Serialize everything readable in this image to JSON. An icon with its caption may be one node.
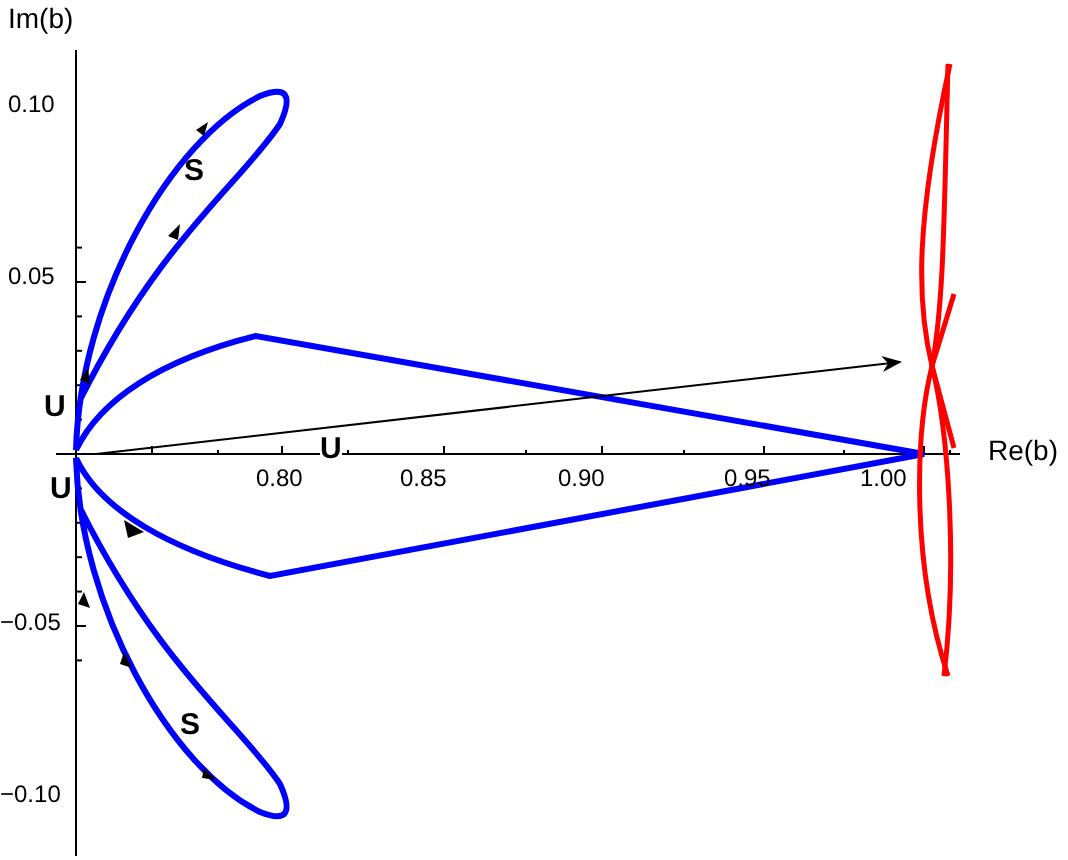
{
  "diagram": {
    "labels": [
      "Im(b)",
      "0.10",
      "S",
      "0.05",
      "U",
      "U",
      "Re(b)",
      "0.80",
      "0.85",
      "0.90",
      "0.95",
      "1.00",
      "U",
      "−0.05",
      "S",
      "−0.10"
    ]
  }
}
